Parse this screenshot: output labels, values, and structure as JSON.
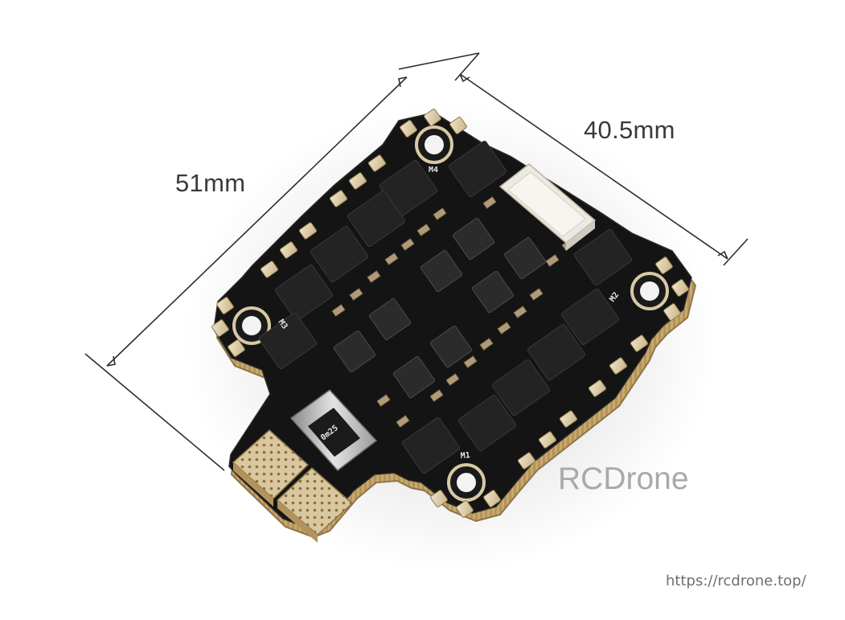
{
  "dimensions": {
    "length_label": "51mm",
    "width_label": "40.5mm"
  },
  "board": {
    "motor_labels": [
      "M1",
      "M2",
      "M3",
      "M4"
    ],
    "shunt_marking": "0m25"
  },
  "watermark": {
    "text": "RCDrone"
  },
  "source_url": "https://rcdrone.top/",
  "colors": {
    "pcb_body": "#141414",
    "pcb_edge": "#c9a96a",
    "pad_gold": "#d8c8a4",
    "component_dark": "#222222",
    "connector_white": "#ece9e1"
  }
}
